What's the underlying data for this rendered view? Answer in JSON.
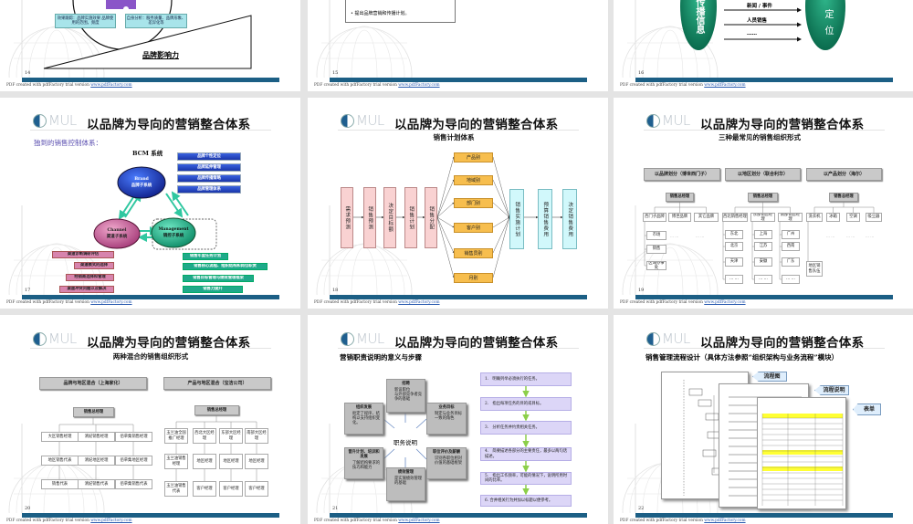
{
  "common": {
    "slide_title": "以品牌为导向的营销整合体系",
    "logo_text": "MUL",
    "footer_prefix": "PDF created with pdfFactory trial version ",
    "footer_link": "www.pdfFactory.com",
    "colors": {
      "bar": "#1c5f85",
      "brand_blue": "#1a35a8",
      "channel_pink": "#d784ad",
      "management_green": "#1fa98a"
    }
  },
  "slides": {
    "s14": {
      "page": "14",
      "box_left": "效果跟踪：品牌实施效果 品牌使用的范围，频度",
      "box_right": "自身分析：服务质量、品牌形象、差异化等",
      "label": "品牌影响力"
    },
    "s15": {
      "page": "15",
      "bullet": "• 提出品牌营销和传播计划。"
    },
    "s16": {
      "page": "16",
      "left_oval": "传播信息",
      "right_oval": "定位",
      "arrows": [
        "新闻 / 事件",
        "人员销售",
        "……"
      ]
    },
    "s17": {
      "page": "17",
      "subtitle": "独到的销售控制体系：",
      "system_title": "BCM 系统",
      "brand": {
        "en": "Brand",
        "cn": "品牌子系统"
      },
      "channel": {
        "en": "Channel",
        "cn": "渠道子系统"
      },
      "management": {
        "en": "Management",
        "cn": "销控子系统"
      },
      "brand_items": [
        "品牌个性定位",
        "品牌延伸管理",
        "品牌传播策略",
        "品牌管理体系"
      ],
      "channel_items": [
        "渠道诊断调研评估",
        "渠道模式的选择",
        "经销商选择和管理",
        "渠道冲突问题以及解决"
      ],
      "management_items": [
        "销售年度任务计划",
        "销售核心流程、组织结构和岗位职责",
        "销售目标管理与绩效管理框架",
        "销售力提升"
      ]
    },
    "s18": {
      "page": "18",
      "subtitle": "销售计划体系",
      "steps": [
        "需求预测",
        "销售预测",
        "决定目标额",
        "销售计划",
        "销售分配"
      ],
      "splits": [
        "产品别",
        "地域别",
        "部门别",
        "客户别",
        "销售员别",
        "月别"
      ],
      "after": [
        "销售实施计划",
        "预算销售费用",
        "决定销售费用"
      ]
    },
    "s19": {
      "page": "19",
      "subtitle": "三种最常见的销售组织形式",
      "headers": [
        "以品牌划分（博世西门子）",
        "以地区划分（联合利华）",
        "以产品划分（海尔）"
      ],
      "manager": "销售总经理",
      "brand_children": [
        "西门子品牌",
        "博世品牌",
        "其它品牌"
      ],
      "brand_grand": [
        "市场",
        "销售",
        "区域办事处"
      ],
      "region_children": [
        "西北销售经理",
        "东部销售经理",
        "南部销售经理"
      ],
      "region_grand": [
        [
          "东北",
          "北京",
          "天津",
          "… …"
        ],
        [
          "上海",
          "江苏",
          "安徽",
          "… …"
        ],
        [
          "广州",
          "西南",
          "广东",
          "… …"
        ]
      ],
      "product_children": [
        "洗衣机",
        "冰箱",
        "空调",
        "吸尘器"
      ],
      "product_grand": "地区销售队伍",
      "ellipsis": "… …"
    },
    "s20": {
      "page": "20",
      "subtitle": "两种混合的销售组织形式",
      "headers": [
        "品牌与地区混合（上海家化）",
        "产品与地区混合（宝洁公司）"
      ],
      "manager": "销售总经理",
      "left_grid": [
        [
          "大区销售经理",
          "清妃销售经理",
          "佰草集销售经理"
        ],
        [
          "地区销售代表",
          "清妃地区经理",
          "佰草集地区经理"
        ],
        [
          "销售代表",
          "清妃销售代表",
          "佰草集销售代表"
        ]
      ],
      "right_grid": [
        [
          "玉兰油全国推广经理",
          "西北大区经理",
          "东部大区经理",
          "南部大区经理"
        ],
        [
          "玉兰油销售经理",
          "地区经理",
          "地区经理",
          "地区经理"
        ],
        [
          "玉兰油销售代表",
          "客户经理",
          "客户经理",
          "客户经理"
        ]
      ]
    },
    "s21": {
      "page": "21",
      "subtitle": "营销职责说明的意义与步骤",
      "center": "职务说明",
      "boxes": [
        {
          "title": "招聘",
          "items": [
            "新设职位",
            "与外部竞争者竞争的基础"
          ]
        },
        {
          "title": "组织发展",
          "items": [
            "批定了程序、结构以支持组织变化。"
          ]
        },
        {
          "title": "业务目标",
          "items": [
            "制定与业务目标一致的角色"
          ]
        },
        {
          "title": "晋升计划、培训和发展",
          "items": [
            "了解结构要求的技巧和能力"
          ]
        },
        {
          "title": "绩效管理",
          "items": [
            "是实施绩效管理的基础"
          ]
        },
        {
          "title": "职位评价及薪酬",
          "items": [
            "识别各职位相对价值的基础框架"
          ]
        }
      ],
      "steps": [
        "1.　明确列举必须执行的任务。",
        "2.　指出每项任务的目的或目标。",
        "3.　分析任务并约责相关任务。",
        "4.　简要描述各部分的主要责任，最多以两句话描述。",
        "5.　指出工作频率，可能的情况下，说明所用时间的比率。",
        "6. 合并相关行为并加以标题以便参考。"
      ]
    },
    "s22": {
      "page": "22",
      "subtitle": "销售管理流程设计（具体方法参照“组织架构与业务流程”模块）",
      "callouts": [
        "流程图",
        "流程说明",
        "表单"
      ]
    }
  }
}
